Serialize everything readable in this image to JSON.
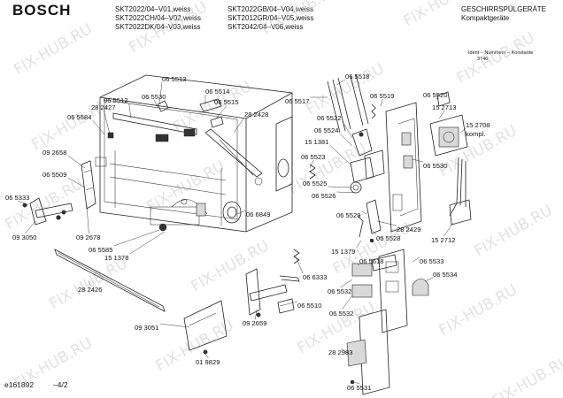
{
  "brand": "BOSCH",
  "models_col1": [
    "SKT2022/04–V01,weiss",
    "SKT2022CH/04–V02,weiss",
    "SKT2022DK/04–V03,weiss"
  ],
  "models_col2": [
    "SKT2022GB/04–V04,weiss",
    "SKT2012GR/04–V05,weiss",
    "SKT2042/04–V06,weiss"
  ],
  "category": "GESCHIRRSPÜLGERÄTE",
  "subcategory": "Kompaktgeräte",
  "ident_label": "Ident – Nummern – Konstante",
  "ident_value": "3740",
  "footer_code": "e161892",
  "footer_page": "–4/2",
  "watermark": "FIX-HUB.RU",
  "part_labels": [
    "06 5513",
    "06 5518",
    "06 5512",
    "06 5530",
    "06 5514",
    "06 5515",
    "28 2427",
    "28 2428",
    "06 5584",
    "06 5517",
    "06 5519",
    "06 5520",
    "15 2713",
    "06 5522",
    "06 5524",
    "15 2708",
    "kompl.",
    "15 1381",
    "06 5523",
    "06 5530",
    "06 5525",
    "09 2658",
    "06 5509",
    "06 5526",
    "06 5333",
    "06 6849",
    "06 5529",
    "09 3050",
    "09 2678",
    "06 5585",
    "28 2429",
    "15 1378",
    "06 5528",
    "15 2712",
    "15 1379",
    "06 5618",
    "06 5533",
    "06 5534",
    "28 2426",
    "06 6333",
    "06 5532",
    "06 5510",
    "06 5532",
    "09 3051",
    "09 2659",
    "28 2983",
    "01 9829",
    "06 5531"
  ]
}
